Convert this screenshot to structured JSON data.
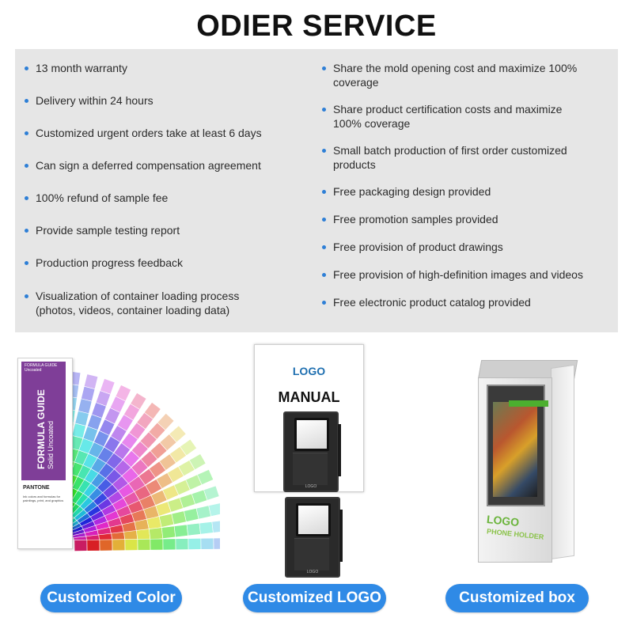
{
  "title": "ODIER SERVICE",
  "colors": {
    "accent": "#2f8ae6",
    "panel_bg": "#e6e6e6",
    "bullet": "#2e7fd6"
  },
  "services_left": [
    [
      "13 month warranty"
    ],
    [
      "Delivery within 24 hours"
    ],
    [
      "Customized urgent orders take at least 6 days"
    ],
    [
      "Can sign a deferred compensation agreement"
    ],
    [
      "100% refund of sample fee"
    ],
    [
      "Provide sample testing report"
    ],
    [
      "Production progress feedback"
    ],
    [
      "Visualization of container loading process",
      "(photos, videos, container loading data)"
    ]
  ],
  "services_right": [
    [
      "Share the mold opening cost and maximize 100%",
      "coverage"
    ],
    [
      "Share product certification costs and maximize",
      "100% coverage"
    ],
    [
      "Small batch production of first order customized",
      "products"
    ],
    [
      "Free packaging design provided"
    ],
    [
      "Free promotion samples provided"
    ],
    [
      "Free provision of product drawings"
    ],
    [
      "Free provision of high-definition images and videos"
    ],
    [
      "Free electronic product catalog provided"
    ]
  ],
  "fan_guide": {
    "small_text": "FORMULA GUIDE",
    "small_text2": "Uncoated",
    "title": "FORMULA GUIDE",
    "subtitle": "Solid Uncoated",
    "brand": "PANTONE",
    "note": "Ink colors and formulas for paintings, print, and graphics"
  },
  "manual": {
    "logo": "LOGO",
    "title": "MANUAL",
    "case_label": "LOGO"
  },
  "box": {
    "logo": "LOGO",
    "label": "PHONE HOLDER"
  },
  "buttons": {
    "color": "Customized Color",
    "logo": "Customized LOGO",
    "box": "Customized box"
  }
}
